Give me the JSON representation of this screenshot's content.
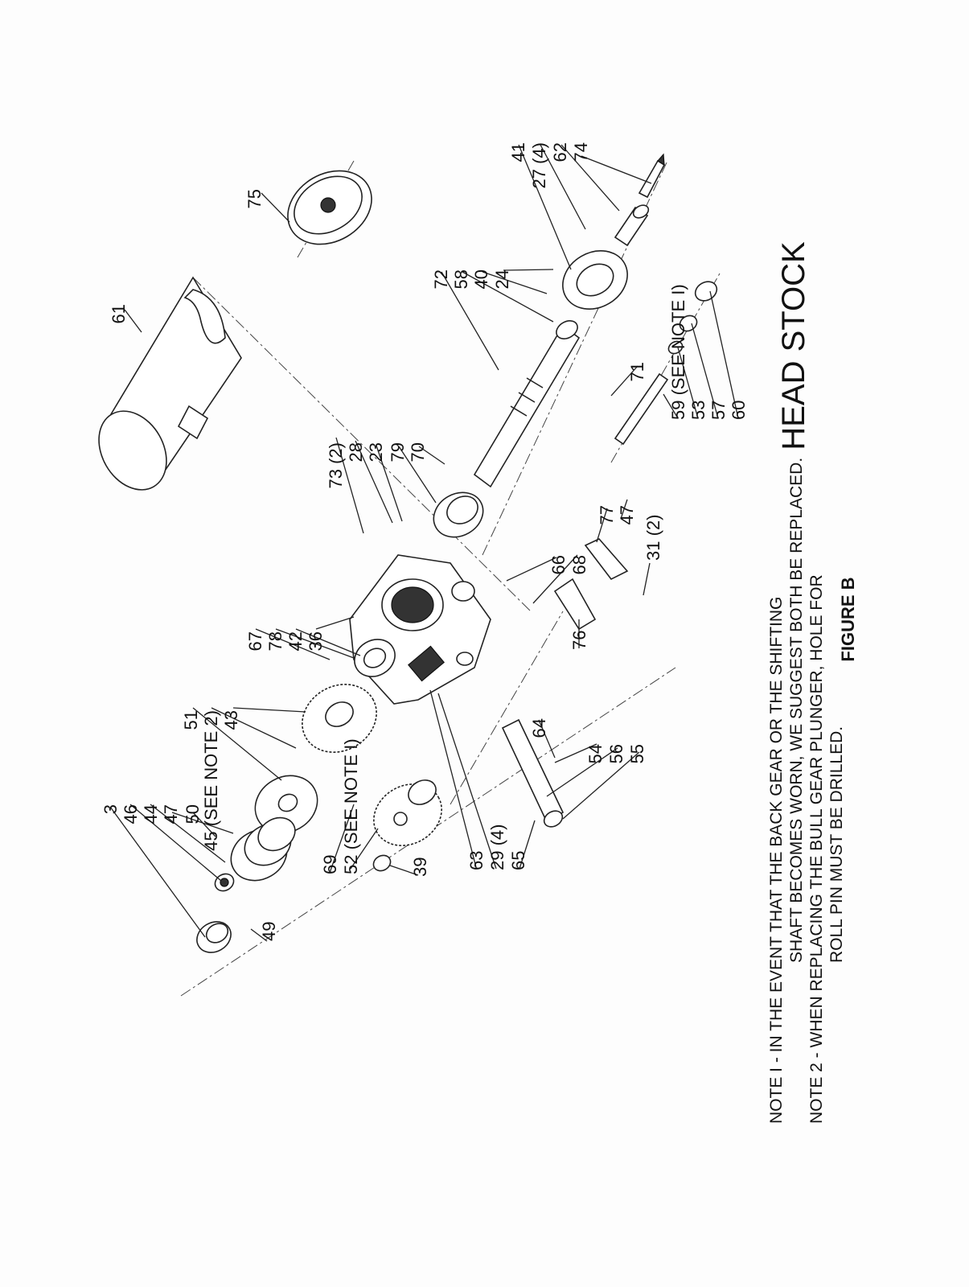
{
  "title": "HEAD STOCK",
  "figure_label": "FIGURE B",
  "notes": [
    "NOTE I  -  IN THE EVENT THAT THE BACK GEAR OR THE SHIFTING",
    "SHAFT BECOMES WORN, WE SUGGEST BOTH BE REPLACED.",
    "NOTE 2  -  WHEN REPLACING THE BULL GEAR PLUNGER, HOLE FOR",
    "ROLL PIN MUST BE DRILLED."
  ],
  "callouts": [
    "3",
    "46",
    "44",
    "47",
    "50",
    "51",
    "45 (SEE NOTE 2)",
    "43",
    "67",
    "78",
    "42",
    "36",
    "73 (2)",
    "28",
    "23",
    "79",
    "70",
    "72",
    "58",
    "40",
    "24",
    "41",
    "27 (4)",
    "62",
    "74",
    "75",
    "61",
    "71",
    "53",
    "57",
    "60",
    "59 (SEE NOTE I)",
    "31 (2)",
    "77",
    "47",
    "66",
    "68",
    "76",
    "64",
    "54",
    "56",
    "55",
    "65",
    "29 (4)",
    "63",
    "39",
    "69",
    "52 (SEE NOTE I)",
    "49"
  ]
}
